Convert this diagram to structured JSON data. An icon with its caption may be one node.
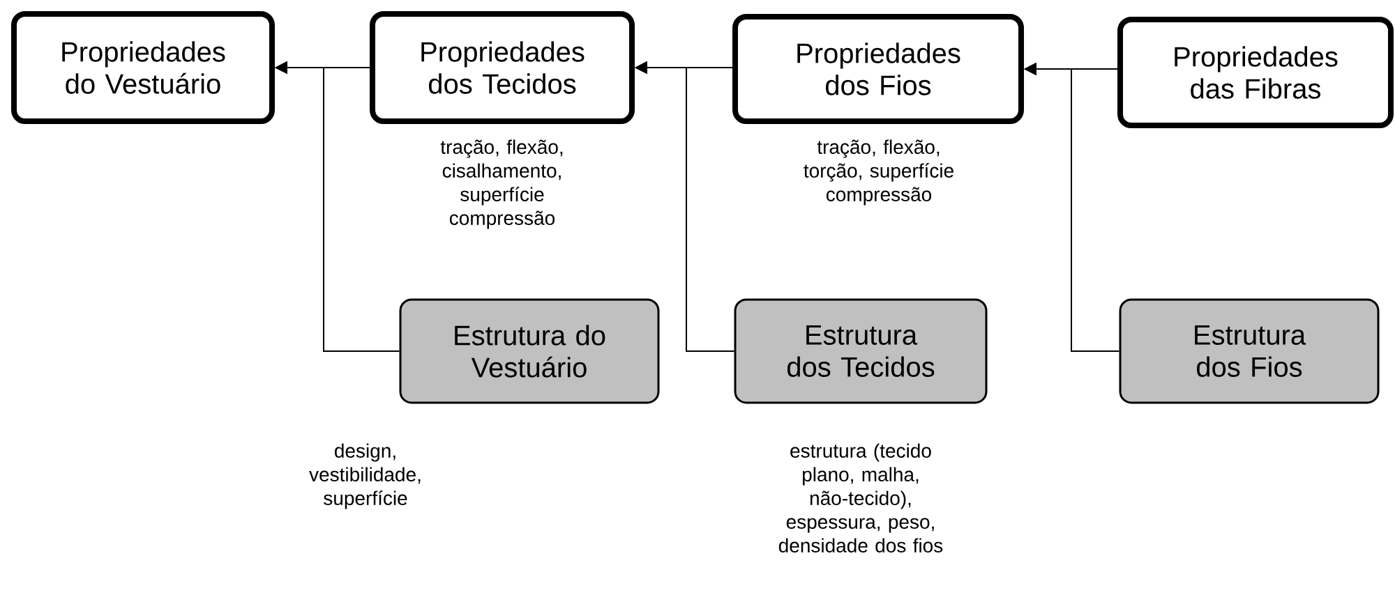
{
  "diagram": {
    "nodes": [
      {
        "text": [
          "Propriedades do Vestuário"
        ]
      },
      {
        "text": [
          "Propriedades dos Tecidos"
        ],
        "beside": [
          "tração, flexão, cisalhamento, superfície compressão"
        ]
      },
      {
        "text": [
          "Propriedades dos Fios"
        ],
        "beside": [
          "tração, flexão, torção, superfície compressão"
        ]
      },
      {
        "text": [
          "Propriedades das Fibras"
        ]
      },
      {
        "text": [
          "Estrutura do Vestuário"
        ],
        "beside": [
          "design, vestibilidade, superfície"
        ]
      },
      {
        "text": [
          "Estrutura dos Tecidos"
        ],
        "beside": [
          "estrutura (tecido plano, malha, não-tecido), espessura, peso, densidade dos fios"
        ]
      },
      {
        "text": [
          "Estrutura dos Fios"
        ]
      }
    ],
    "edges": [
      {
        "from": 1,
        "to": 0,
        "arrow": "to"
      },
      {
        "from": 4,
        "to": 0,
        "arrow": "to"
      },
      {
        "from": 2,
        "to": 1,
        "arrow": "to"
      },
      {
        "from": 5,
        "to": 1,
        "arrow": "to"
      },
      {
        "from": 3,
        "to": 2,
        "arrow": "to"
      },
      {
        "from": 6,
        "to": 2,
        "arrow": "to"
      }
    ]
  }
}
